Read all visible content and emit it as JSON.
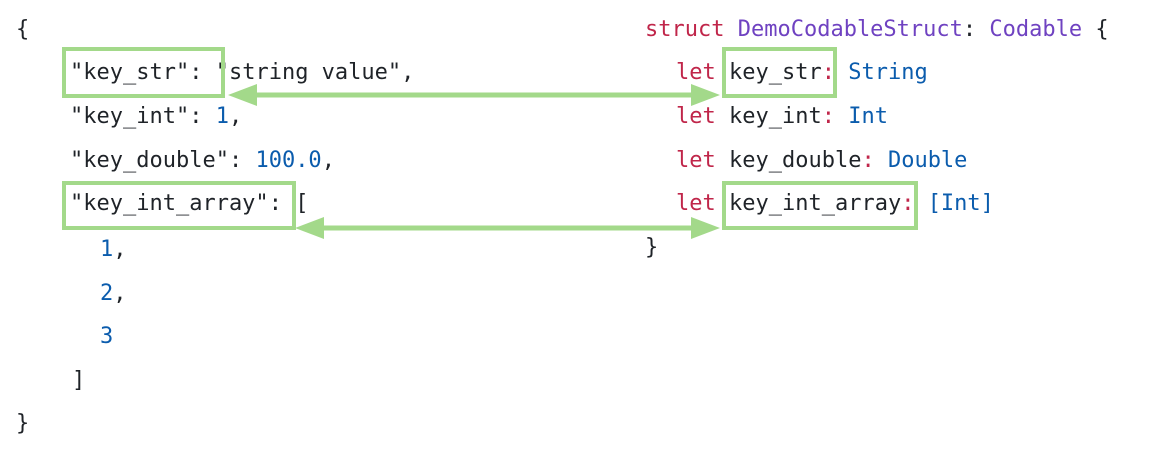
{
  "json": {
    "open_brace": "{",
    "close_brace": "}",
    "lines": [
      {
        "key": "\"key_str\"",
        "sep": ": ",
        "value": "\"string value\"",
        "trail": ","
      },
      {
        "key": "\"key_int\"",
        "sep": ": ",
        "value": "1",
        "trail": ","
      },
      {
        "key": "\"key_double\"",
        "sep": ": ",
        "value": "100.0",
        "trail": ","
      },
      {
        "key": "\"key_int_array\"",
        "sep": ": ",
        "value": "[",
        "trail": ""
      }
    ],
    "array_items": [
      {
        "value": "1",
        "trail": ","
      },
      {
        "value": "2",
        "trail": ","
      },
      {
        "value": "3",
        "trail": ""
      }
    ],
    "array_close": "]"
  },
  "swift": {
    "struct_kw": "struct",
    "name": "DemoCodableStruct",
    "colon": ": ",
    "protocol": "Codable",
    "open_brace": "{",
    "close_brace": "}",
    "props": [
      {
        "kw": "let",
        "name": "key_str",
        "colon": ":",
        "type": "String"
      },
      {
        "kw": "let",
        "name": "key_int",
        "colon": ":",
        "type": "Int"
      },
      {
        "kw": "let",
        "name": "key_double",
        "colon": ":",
        "type": "Double"
      },
      {
        "kw": "let",
        "name": "key_int_array",
        "colon": ":",
        "type": "[Int]"
      }
    ]
  },
  "colors": {
    "highlight": "#a3d98a",
    "keyword": "#c0264a",
    "type": "#0b5cad",
    "struct_name": "#6f42c1"
  }
}
